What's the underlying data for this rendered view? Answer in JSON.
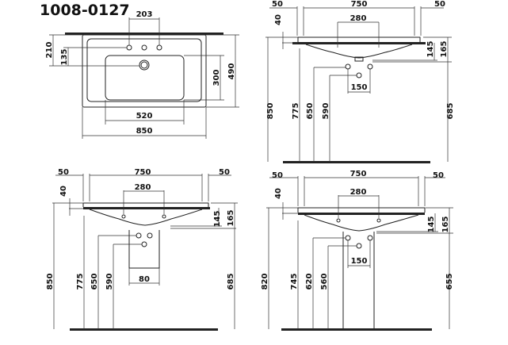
{
  "title": "1008-0127",
  "views": {
    "plan": {
      "d203": "203",
      "d210": "210",
      "d135": "135",
      "d300": "300",
      "d490": "490",
      "d520": "520",
      "d850": "850"
    },
    "side_wall": {
      "d50a": "50",
      "d750": "750",
      "d50b": "50",
      "d40": "40",
      "d280": "280",
      "d145": "145",
      "d165": "165",
      "d850": "850",
      "d775": "775",
      "d650": "650",
      "d590": "590",
      "d150": "150",
      "d685": "685"
    },
    "side_half_pedestal": {
      "d50a": "50",
      "d750": "750",
      "d50b": "50",
      "d40": "40",
      "d280": "280",
      "d145": "145",
      "d165": "165",
      "d850": "850",
      "d775": "775",
      "d650": "650",
      "d590": "590",
      "d80": "80",
      "d685": "685"
    },
    "side_full_pedestal": {
      "d50a": "50",
      "d750": "750",
      "d50b": "50",
      "d40": "40",
      "d280": "280",
      "d145": "145",
      "d165": "165",
      "d820": "820",
      "d745": "745",
      "d620": "620",
      "d560": "560",
      "d150": "150",
      "d655": "655"
    }
  }
}
